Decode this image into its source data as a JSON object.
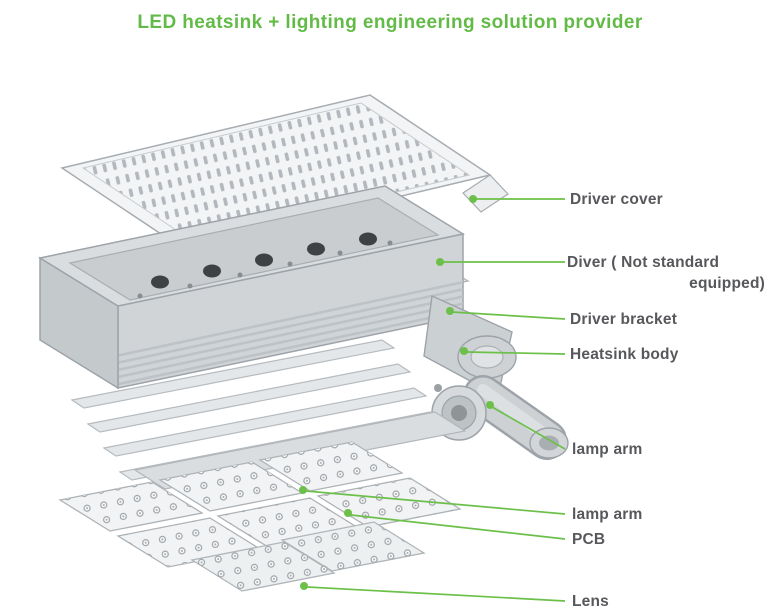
{
  "title": "LED heatsink + lighting engineering solution provider",
  "colors": {
    "accent_green": "#62bb46",
    "leader_green": "#6cc04a",
    "driver_green": "#3fae3f",
    "label_gray": "#57585b"
  },
  "labels": [
    {
      "text": "Driver cover"
    },
    {
      "text": "Diver ( Not standard",
      "text2": "equipped)"
    },
    {
      "text": "Driver bracket"
    },
    {
      "text": "Heatsink body"
    },
    {
      "text": "lamp arm"
    },
    {
      "text": "lamp arm"
    },
    {
      "text": "PCB"
    },
    {
      "text": "Lens"
    }
  ]
}
